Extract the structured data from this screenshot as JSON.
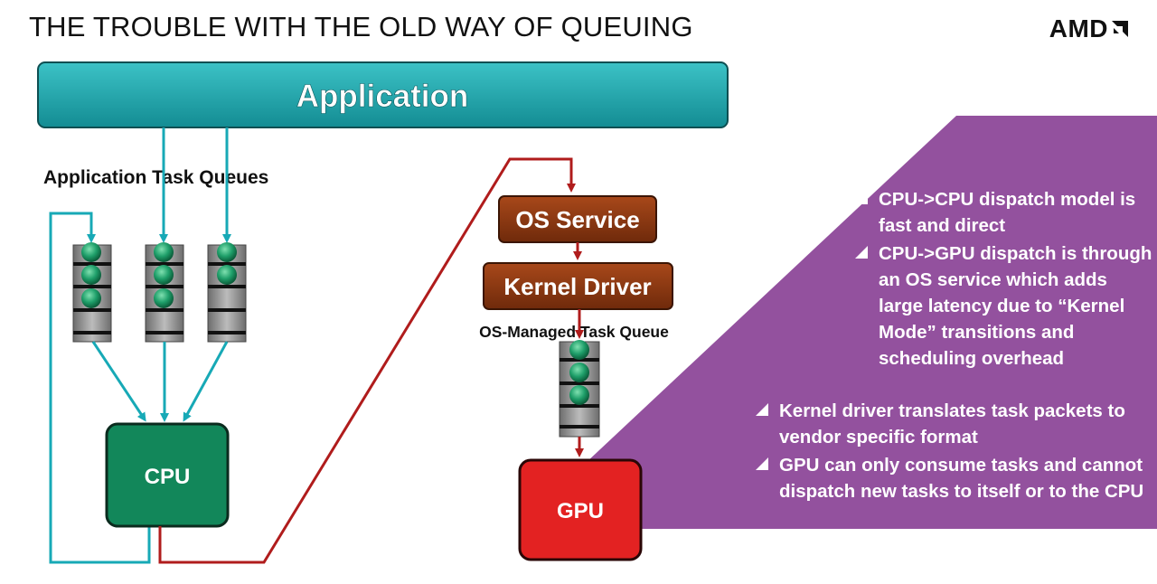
{
  "title": "THE TROUBLE WITH THE OLD WAY OF QUEUING",
  "logo": {
    "text": "AMD"
  },
  "diagram": {
    "application_label": "Application",
    "app_task_queues_label": "Application Task Queues",
    "cpu_label": "CPU",
    "gpu_label": "GPU",
    "os_service_label": "OS Service",
    "kernel_driver_label": "Kernel Driver",
    "os_managed_queue_label": "OS-Managed Task Queue"
  },
  "notes": {
    "group1": [
      "CPU->CPU dispatch model is fast and direct",
      "CPU->GPU dispatch is through an OS service which adds large latency due to “Kernel Mode” transitions and scheduling overhead"
    ],
    "group2": [
      "Kernel driver translates task packets to vendor specific format",
      "GPU can only consume tasks and cannot dispatch new tasks to itself or to the CPU"
    ]
  },
  "colors": {
    "application": "#1fa3a8",
    "cpu": "#12875a",
    "gpu": "#e32222",
    "os_box": "#8e3a12",
    "panel": "#93519e",
    "cyan_line": "#17a9b6",
    "red_line": "#b01c1c"
  }
}
